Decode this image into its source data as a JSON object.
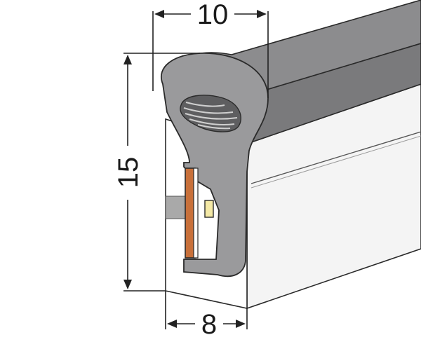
{
  "dimensions": {
    "top_width": "10",
    "height": "15",
    "base_width": "8"
  },
  "colors": {
    "silicone_front": "#9a9a9c",
    "silicone_top": "#7f7f81",
    "silicone_dark": "#6e6e70",
    "body_face": "#f2f2f2",
    "outline": "#2a2a2a",
    "pcb_copper": "#c8703a",
    "led_yellow": "#f4e9a6",
    "strip_gray": "#a9a9a9",
    "dimension_line": "#222222"
  }
}
